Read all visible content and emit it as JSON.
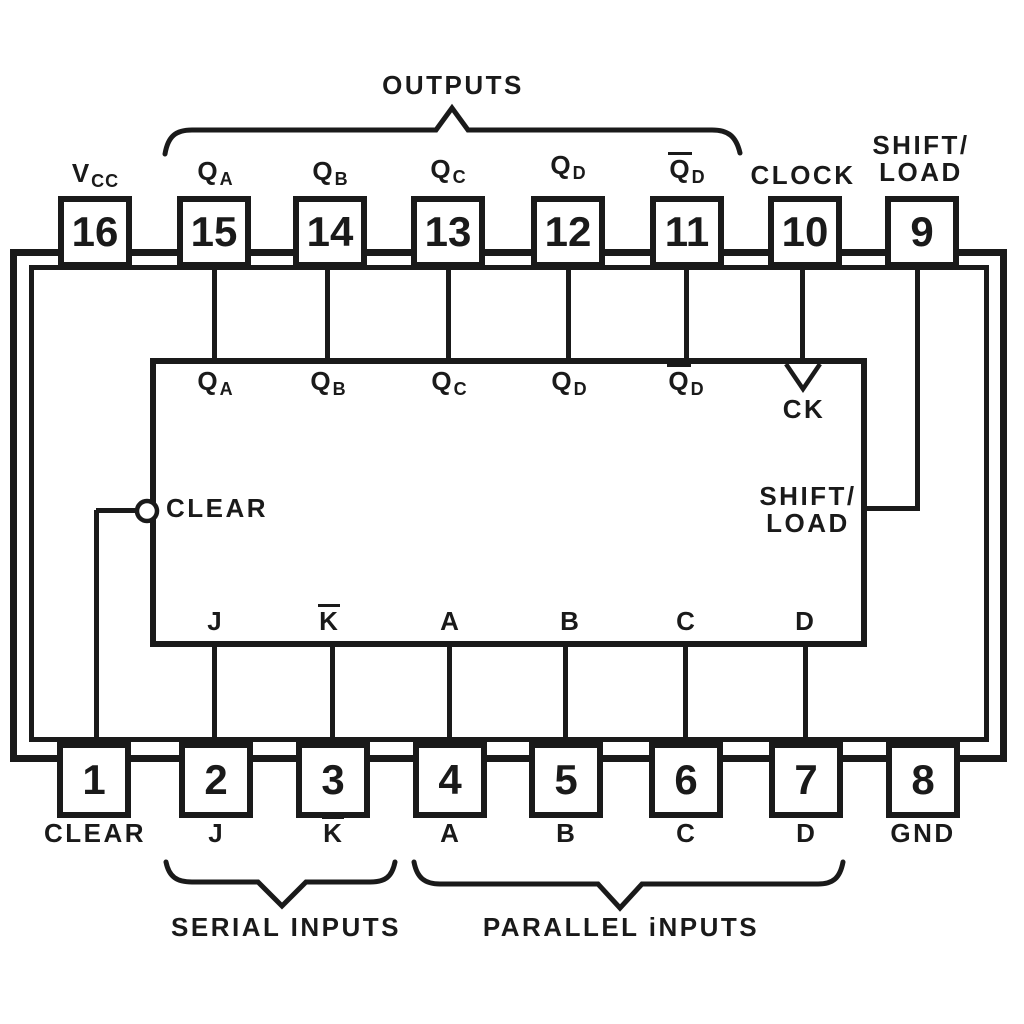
{
  "colors": {
    "ink": "#1a1a1a",
    "background": "#ffffff"
  },
  "annotations": {
    "outputs_label": "OUTPUTS",
    "serial_inputs_label": "SERIAL INPUTS",
    "parallel_inputs_label": "PARALLEL iNPUTS"
  },
  "top_pins": [
    {
      "number": "16",
      "main": "V",
      "sub": "CC"
    },
    {
      "number": "15",
      "main": "Q",
      "sub": "A"
    },
    {
      "number": "14",
      "main": "Q",
      "sub": "B"
    },
    {
      "number": "13",
      "main": "Q",
      "sub": "C"
    },
    {
      "number": "12",
      "main": "Q",
      "sub": "D"
    },
    {
      "number": "11",
      "main": "Q",
      "sub": "D",
      "overbar": true
    },
    {
      "number": "10",
      "main": "CLOCK"
    },
    {
      "number": "9",
      "main": "SHIFT/",
      "line2": "LOAD"
    }
  ],
  "bottom_pins": [
    {
      "number": "1",
      "label": "CLEAR"
    },
    {
      "number": "2",
      "label": "J"
    },
    {
      "number": "3",
      "label": "K",
      "overbar": true
    },
    {
      "number": "4",
      "label": "A"
    },
    {
      "number": "5",
      "label": "B"
    },
    {
      "number": "6",
      "label": "C"
    },
    {
      "number": "7",
      "label": "D"
    },
    {
      "number": "8",
      "label": "GND"
    }
  ],
  "block": {
    "outputs": [
      {
        "main": "Q",
        "sub": "A"
      },
      {
        "main": "Q",
        "sub": "B"
      },
      {
        "main": "Q",
        "sub": "C"
      },
      {
        "main": "Q",
        "sub": "D"
      },
      {
        "main": "Q",
        "sub": "D",
        "overbar": true
      }
    ],
    "clock_label": "CK",
    "clear_label": "CLEAR",
    "shift_label_line1": "SHIFT/",
    "shift_label_line2": "LOAD",
    "inputs": [
      {
        "label": "J"
      },
      {
        "label": "K",
        "overbar": true
      },
      {
        "label": "A"
      },
      {
        "label": "B"
      },
      {
        "label": "C"
      },
      {
        "label": "D"
      }
    ]
  },
  "icons": {
    "clock_edge_icon": "open-triangle-down",
    "active_low_icon": "open-circle",
    "brace_icon": "curly-bracket"
  }
}
